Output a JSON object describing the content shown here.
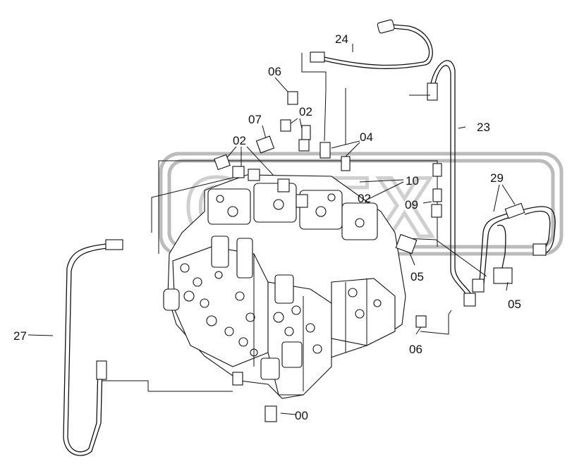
{
  "watermark": {
    "text": "CHEX"
  },
  "callouts": [
    {
      "id": "c24a",
      "label": "24"
    },
    {
      "id": "c06a",
      "label": "06"
    },
    {
      "id": "c02a",
      "label": "02"
    },
    {
      "id": "c07",
      "label": "07"
    },
    {
      "id": "c02b",
      "label": "02"
    },
    {
      "id": "c04",
      "label": "04"
    },
    {
      "id": "c23",
      "label": "23"
    },
    {
      "id": "c10",
      "label": "10"
    },
    {
      "id": "c02c",
      "label": "02"
    },
    {
      "id": "c29",
      "label": "29"
    },
    {
      "id": "c09",
      "label": "09"
    },
    {
      "id": "c05a",
      "label": "05"
    },
    {
      "id": "c05b",
      "label": "05"
    },
    {
      "id": "c06b",
      "label": "06"
    },
    {
      "id": "c27",
      "label": "27"
    },
    {
      "id": "c00",
      "label": "00"
    }
  ]
}
